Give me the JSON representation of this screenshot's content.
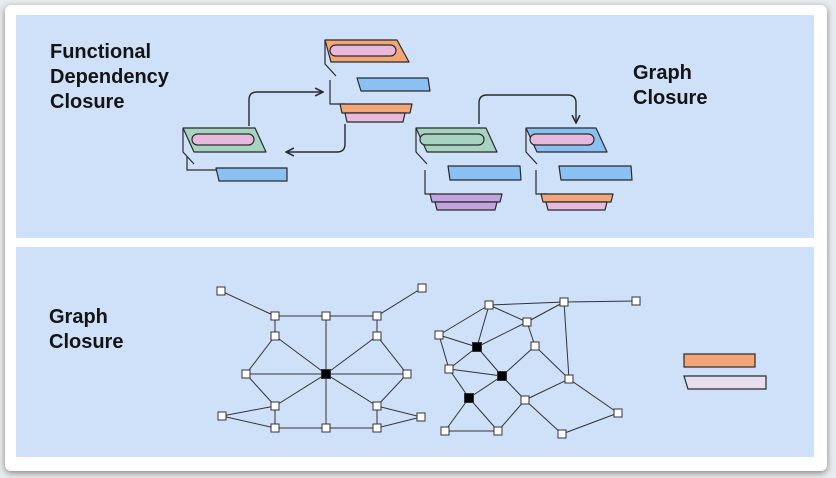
{
  "top_panel": {
    "left_title": [
      "Functional",
      "Dependency",
      "Closure"
    ],
    "right_title": [
      "Graph",
      "Closure"
    ]
  },
  "bottom_panel": {
    "title": [
      "Graph",
      "Closure"
    ]
  },
  "colors": {
    "panel_bg": "#cfe0f9",
    "green": "#a7d3c1",
    "pink": "#e7b9dd",
    "blue": "#8bc0f2",
    "orange": "#f2a677",
    "purple": "#c3a3e0",
    "lavender": "#e7def2",
    "stroke": "#2a2a2a"
  },
  "networks": {
    "left": {
      "nodes": [
        [
          221,
          291,
          "w"
        ],
        [
          422,
          288,
          "w"
        ],
        [
          275,
          316,
          "w"
        ],
        [
          326,
          316,
          "w"
        ],
        [
          377,
          316,
          "w"
        ],
        [
          275,
          336,
          "w"
        ],
        [
          377,
          336,
          "w"
        ],
        [
          246,
          374,
          "w"
        ],
        [
          326,
          374,
          "b"
        ],
        [
          407,
          374,
          "w"
        ],
        [
          222,
          416,
          "w"
        ],
        [
          275,
          406,
          "w"
        ],
        [
          377,
          406,
          "w"
        ],
        [
          421,
          417,
          "w"
        ],
        [
          275,
          428,
          "w"
        ],
        [
          326,
          428,
          "w"
        ],
        [
          377,
          428,
          "w"
        ]
      ],
      "edges": [
        [
          0,
          2
        ],
        [
          1,
          4
        ],
        [
          2,
          3
        ],
        [
          3,
          4
        ],
        [
          2,
          5
        ],
        [
          4,
          6
        ],
        [
          3,
          8
        ],
        [
          5,
          8
        ],
        [
          6,
          8
        ],
        [
          7,
          8
        ],
        [
          8,
          9
        ],
        [
          8,
          11
        ],
        [
          8,
          12
        ],
        [
          8,
          15
        ],
        [
          5,
          7
        ],
        [
          6,
          9
        ],
        [
          7,
          11
        ],
        [
          9,
          12
        ],
        [
          11,
          10
        ],
        [
          12,
          13
        ],
        [
          11,
          14
        ],
        [
          12,
          16
        ],
        [
          14,
          15
        ],
        [
          15,
          16
        ],
        [
          10,
          14
        ],
        [
          13,
          16
        ]
      ]
    },
    "right": {
      "nodes": [
        [
          489,
          305,
          "w"
        ],
        [
          564,
          302,
          "w"
        ],
        [
          636,
          301,
          "w"
        ],
        [
          439,
          335,
          "w"
        ],
        [
          527,
          322,
          "w"
        ],
        [
          477,
          347,
          "b"
        ],
        [
          535,
          346,
          "w"
        ],
        [
          449,
          369,
          "w"
        ],
        [
          502,
          376,
          "b"
        ],
        [
          569,
          379,
          "w"
        ],
        [
          469,
          398,
          "b"
        ],
        [
          525,
          400,
          "w"
        ],
        [
          445,
          431,
          "w"
        ],
        [
          498,
          431,
          "w"
        ],
        [
          562,
          434,
          "w"
        ],
        [
          618,
          413,
          "w"
        ]
      ],
      "edges": [
        [
          0,
          1
        ],
        [
          1,
          2
        ],
        [
          0,
          3
        ],
        [
          0,
          5
        ],
        [
          0,
          4
        ],
        [
          1,
          4
        ],
        [
          1,
          9
        ],
        [
          4,
          5
        ],
        [
          4,
          6
        ],
        [
          3,
          5
        ],
        [
          5,
          7
        ],
        [
          5,
          8
        ],
        [
          6,
          8
        ],
        [
          6,
          9
        ],
        [
          7,
          8
        ],
        [
          7,
          10
        ],
        [
          8,
          10
        ],
        [
          8,
          11
        ],
        [
          9,
          11
        ],
        [
          10,
          12
        ],
        [
          10,
          13
        ],
        [
          11,
          13
        ],
        [
          11,
          14
        ],
        [
          12,
          13
        ],
        [
          14,
          15
        ],
        [
          9,
          15
        ],
        [
          3,
          7
        ]
      ]
    }
  },
  "legend": {
    "items": [
      {
        "color": "#f2a677"
      },
      {
        "color": "#e7def2"
      }
    ]
  }
}
